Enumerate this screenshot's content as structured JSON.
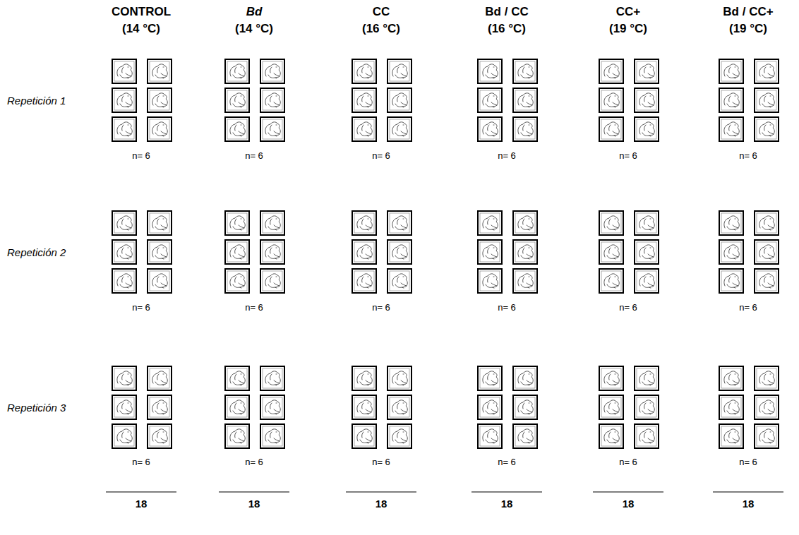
{
  "diagram": {
    "labels": [
      "CONTROL",
      "(14 °C)",
      "Bd",
      "(14 °C)",
      "CC",
      "(16 °C)",
      "Bd / CC",
      "(16 °C)",
      "CC+",
      "(19 °C)",
      "Bd / CC+",
      "(19 °C)",
      "Repetición 1",
      "n= 6",
      "n= 6",
      "n= 6",
      "n= 6",
      "n= 6",
      "n= 6",
      "Repetición 2",
      "n= 6",
      "n= 6",
      "n= 6",
      "n= 6",
      "n= 6",
      "n= 6",
      "Repetición 3",
      "n= 6",
      "n= 6",
      "n= 6",
      "n= 6",
      "n= 6",
      "n= 6",
      "18",
      "18",
      "18",
      "18",
      "18",
      "18"
    ]
  }
}
